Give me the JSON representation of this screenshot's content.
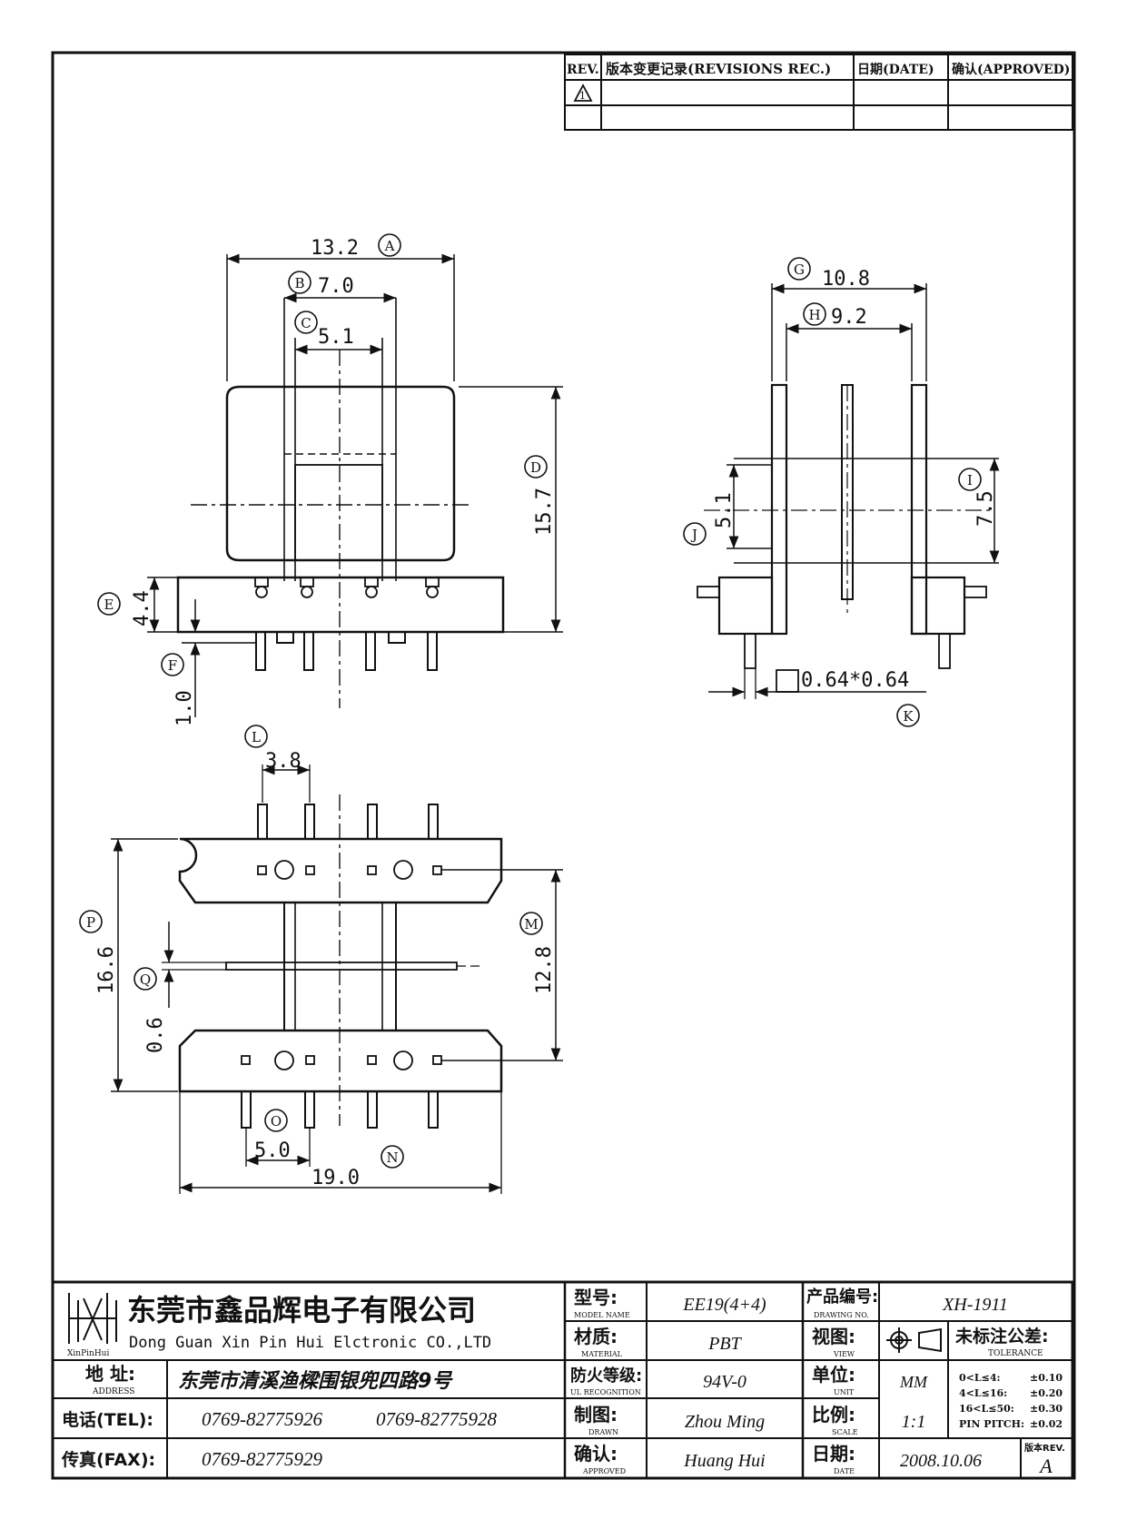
{
  "revision_block": {
    "rev_header": "REV.",
    "revisions_header": "版本变更记录(REVISIONS REC.)",
    "date_header": "日期(DATE)",
    "approved_header": "确认(APPROVED)",
    "rev_mark": "1"
  },
  "front_view": {
    "dim_a": {
      "value": "13.2",
      "label": "A"
    },
    "dim_b": {
      "value": "7.0",
      "label": "B"
    },
    "dim_c": {
      "value": "5.1",
      "label": "C"
    },
    "dim_d": {
      "value": "15.7",
      "label": "D"
    },
    "dim_e": {
      "value": "4.4",
      "label": "E"
    },
    "dim_f": {
      "value": "1.0",
      "label": "F"
    }
  },
  "side_view": {
    "dim_g": {
      "value": "10.8",
      "label": "G"
    },
    "dim_h": {
      "value": "9.2",
      "label": "H"
    },
    "dim_i": {
      "value": "7.5",
      "label": "I"
    },
    "dim_j": {
      "value": "5.1",
      "label": "J"
    },
    "dim_k": {
      "value": "0.64*0.64",
      "label": "K"
    }
  },
  "bottom_view": {
    "dim_l": {
      "value": "3.8",
      "label": "L"
    },
    "dim_m": {
      "value": "12.8",
      "label": "M"
    },
    "dim_n": {
      "value": "19.0",
      "label": "N"
    },
    "dim_o": {
      "value": "5.0",
      "label": "O"
    },
    "dim_p": {
      "value": "16.6",
      "label": "P"
    },
    "dim_q": {
      "value": "0.6",
      "label": "Q"
    }
  },
  "title_block": {
    "logo_text": "XinPinHui",
    "company_cn": "东莞市鑫品辉电子有限公司",
    "company_en": "Dong Guan Xin Pin Hui Elctronic CO.,LTD",
    "address_label": "地 址:",
    "address_label_en": "ADDRESS",
    "address_value": "东莞市清溪渔樑围银兜四路9号",
    "tel_label": "电话(TEL):",
    "tel_value_1": "0769-82775926",
    "tel_value_2": "0769-82775928",
    "fax_label": "传真(FAX):",
    "fax_value": "0769-82775929",
    "model_label": "型号:",
    "model_label_en": "MODEL NAME",
    "model_value": "EE19(4+4)",
    "material_label": "材质:",
    "material_label_en": "MATERIAL",
    "material_value": "PBT",
    "flame_label": "防火等级:",
    "flame_label_en": "UL RECOGNITION",
    "flame_value": "94V-0",
    "drawn_label": "制图:",
    "drawn_label_en": "DRAWN",
    "drawn_value": "Zhou Ming",
    "approved_label": "确认:",
    "approved_label_en": "APPROVED",
    "approved_value": "Huang Hui",
    "drawing_no_label": "产品编号:",
    "drawing_no_label_en": "DRAWING NO.",
    "drawing_no_value": "XH-1911",
    "view_label": "视图:",
    "view_label_en": "VIEW",
    "unit_label": "单位:",
    "unit_label_en": "UNIT",
    "unit_value": "MM",
    "scale_label": "比例:",
    "scale_label_en": "SCALE",
    "scale_value": "1:1",
    "date_label": "日期:",
    "date_label_en": "DATE",
    "date_value": "2008.10.06",
    "tolerance_label": "未标注公差:",
    "tolerance_label_en": "TOLERANCE",
    "tolerances": [
      {
        "range": "0<L≤4:",
        "value": "±0.10"
      },
      {
        "range": "4<L≤16:",
        "value": "±0.20"
      },
      {
        "range": "16<L≤50:",
        "value": "±0.30"
      },
      {
        "range": "PIN PITCH:",
        "value": "±0.02"
      }
    ],
    "rev_label": "版本REV.",
    "rev_value": "A"
  }
}
